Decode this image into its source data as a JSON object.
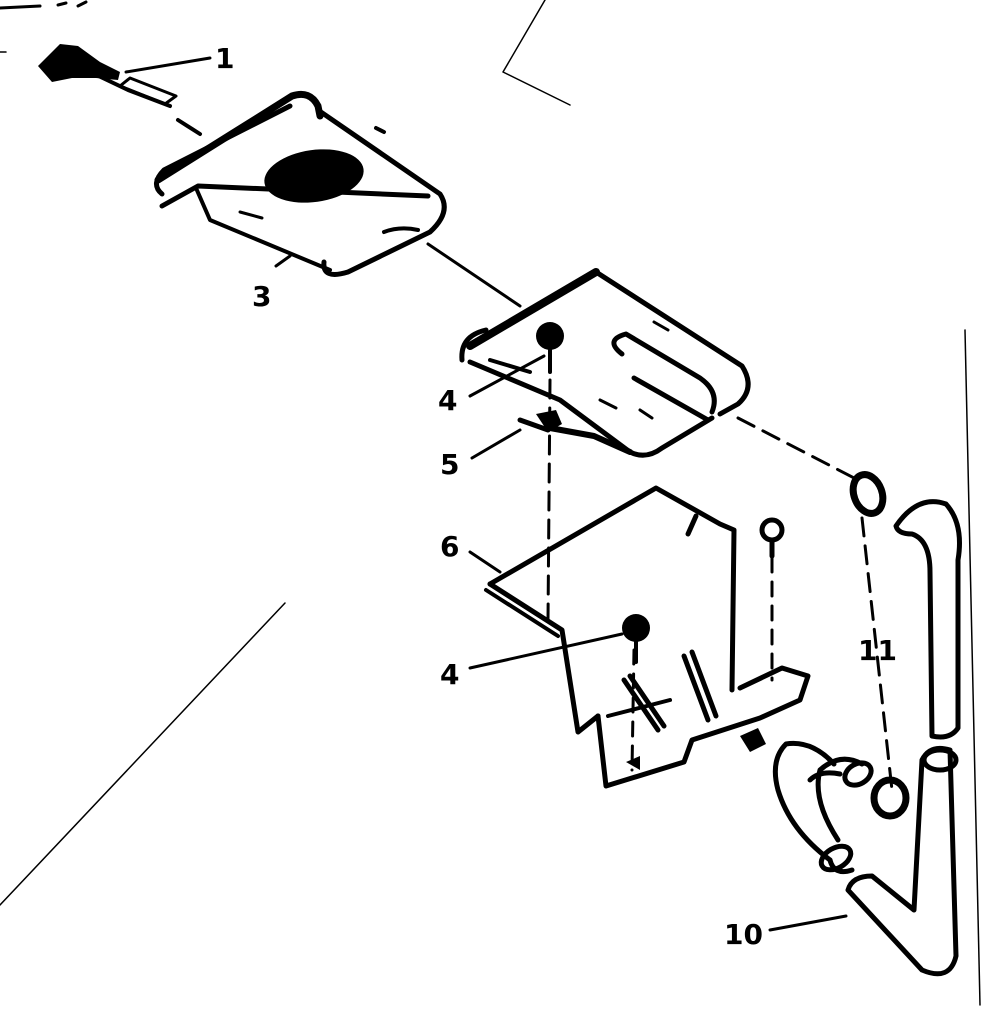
{
  "figure": {
    "callouts": {
      "c1": "1",
      "c3": "3",
      "c4a": "4",
      "c5": "5",
      "c6": "6",
      "c4b": "4",
      "c11": "11",
      "c10": "10"
    }
  },
  "colors": {
    "ink": "#000000",
    "paper": "#ffffff"
  }
}
